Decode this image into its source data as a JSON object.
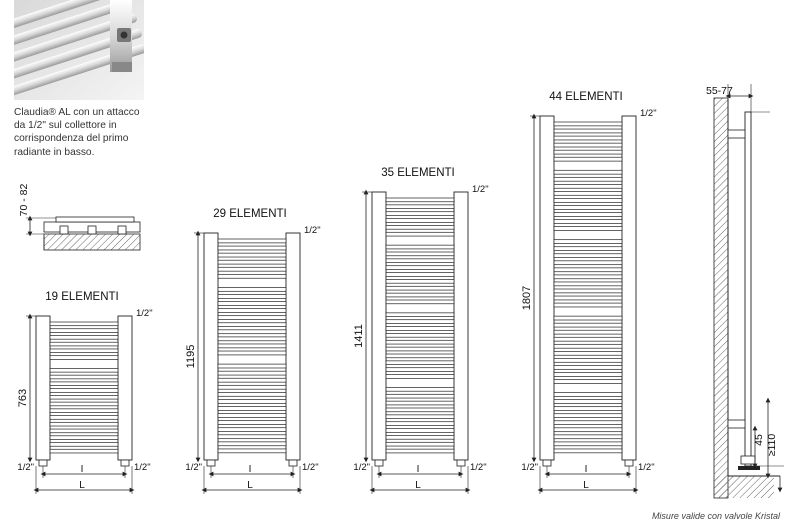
{
  "description": {
    "line1": "Claudia® AL con un attacco",
    "line2": "da 1/2\" sul collettore in",
    "line3": "corrispondenza del primo",
    "line4": "radiante in basso."
  },
  "radiators": [
    {
      "title": "19 ELEMENTI",
      "height_label": "763",
      "inlet_top": "1/2\"",
      "inlet_bottom_left": "1/2\"",
      "inlet_bottom_right": "1/2\"",
      "inner_width_label": "I",
      "outer_width_label": "L",
      "element_count": 19
    },
    {
      "title": "29 ELEMENTI",
      "height_label": "1195",
      "inlet_top": "1/2\"",
      "inlet_bottom_left": "1/2\"",
      "inlet_bottom_right": "1/2\"",
      "inner_width_label": "I",
      "outer_width_label": "L",
      "element_count": 29
    },
    {
      "title": "35 ELEMENTI",
      "height_label": "1411",
      "inlet_top": "1/2\"",
      "inlet_bottom_left": "1/2\"",
      "inlet_bottom_right": "1/2\"",
      "inner_width_label": "I",
      "outer_width_label": "L",
      "element_count": 35
    },
    {
      "title": "44 ELEMENTI",
      "height_label": "1807",
      "inlet_top": "1/2\"",
      "inlet_bottom_left": "1/2\"",
      "inlet_bottom_right": "1/2\"",
      "inner_width_label": "I",
      "outer_width_label": "L",
      "element_count": 44
    }
  ],
  "top_view": {
    "depth_label": "70 - 82"
  },
  "side_view": {
    "wall_distance_label": "55-77",
    "min_floor_label": "≥110",
    "valve_height_label": "45"
  },
  "footnote": "Misure valide con valvole Kristal",
  "colors": {
    "line": "#222222",
    "photo_bg": "#cfcfcf",
    "photo_tube": "#efefef",
    "wall_hatch": "#555555"
  }
}
